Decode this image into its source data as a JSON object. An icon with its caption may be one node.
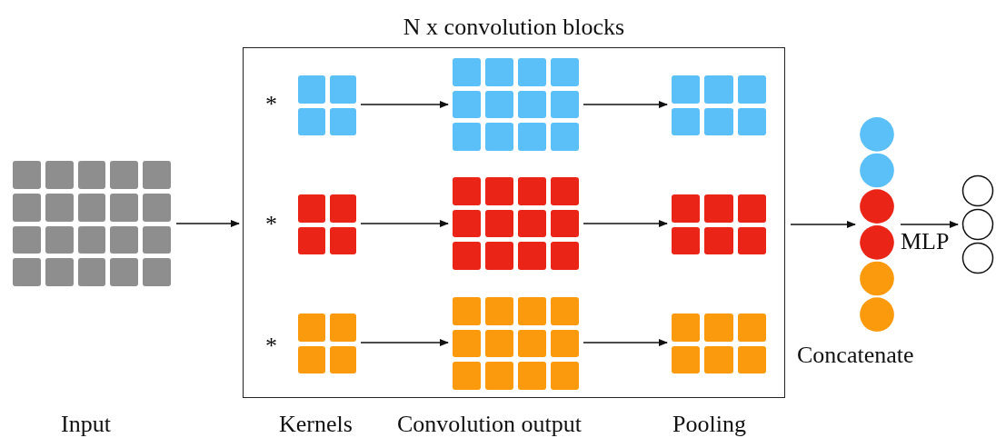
{
  "diagram": {
    "nodes": [
      {
        "text": [],
        "shape": "grid"
      },
      {
        "text": [
          "N x convolution blocks"
        ]
      },
      {
        "text": [],
        "shape": "grid",
        "in": 1
      },
      {
        "text": [],
        "shape": "grid",
        "in": 1
      },
      {
        "text": [],
        "shape": "grid",
        "in": 1
      },
      {
        "text": [],
        "shape": "grid",
        "in": 1
      },
      {
        "text": [],
        "shape": "grid",
        "in": 1
      },
      {
        "text": [],
        "shape": "grid",
        "in": 1
      },
      {
        "text": [],
        "shape": "grid",
        "in": 1
      },
      {
        "text": [],
        "shape": "grid",
        "in": 1
      },
      {
        "text": [],
        "shape": "grid",
        "in": 1
      },
      {
        "text": [],
        "shape": "column",
        "beside": [
          "Concatenate"
        ]
      },
      {
        "text": [],
        "shape": "circle"
      },
      {
        "text": [],
        "shape": "circle"
      },
      {
        "text": [],
        "shape": "circle"
      }
    ],
    "edges": [
      {
        "from": 0,
        "to": 1,
        "arrow": "to"
      },
      {
        "from": 2,
        "to": 3,
        "arrow": "to"
      },
      {
        "from": 3,
        "to": 4,
        "arrow": "to"
      },
      {
        "from": 5,
        "to": 6,
        "arrow": "to"
      },
      {
        "from": 6,
        "to": 7,
        "arrow": "to"
      },
      {
        "from": 8,
        "to": 9,
        "arrow": "to"
      },
      {
        "from": 9,
        "to": 10,
        "arrow": "to"
      },
      {
        "from": 1,
        "to": 11,
        "arrow": "to"
      },
      {
        "from": 11,
        "to": 13,
        "arrow": "to",
        "label": "MLP"
      }
    ],
    "labels": [
      "*",
      "*",
      "*",
      "Input",
      "Kernels",
      "Convolution output",
      "Pooling"
    ]
  }
}
